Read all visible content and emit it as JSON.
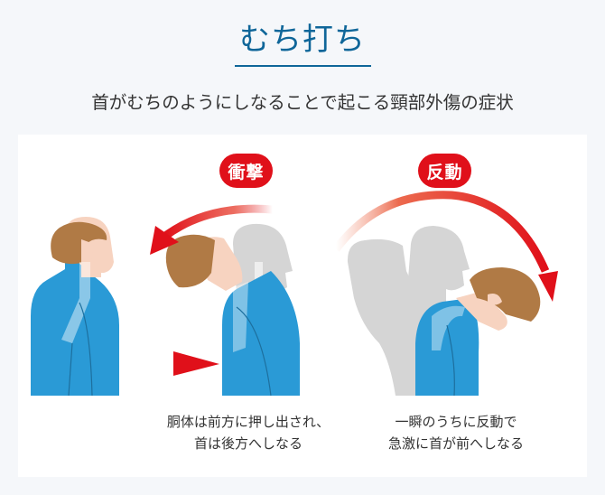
{
  "header": {
    "title": "むち打ち",
    "subtitle": "首がむちのようにしなることで起こる頸部外傷の症状"
  },
  "panels": [
    {
      "badge": "衝撃",
      "caption_line1": "胴体は前方に押し出され、",
      "caption_line2": "首は後方へしなる"
    },
    {
      "badge": "反動",
      "caption_line1": "一瞬のうちに反動で",
      "caption_line2": "急激に首が前へしなる"
    }
  ],
  "colors": {
    "accent_blue": "#0f6699",
    "badge_red": "#e0101a",
    "shirt_blue": "#2a9ad6",
    "hair_brown": "#b07a45",
    "skin": "#f7d3c0",
    "ghost_gray": "#d5d5d5",
    "background": "#f5f7fa",
    "panel": "#ffffff"
  }
}
